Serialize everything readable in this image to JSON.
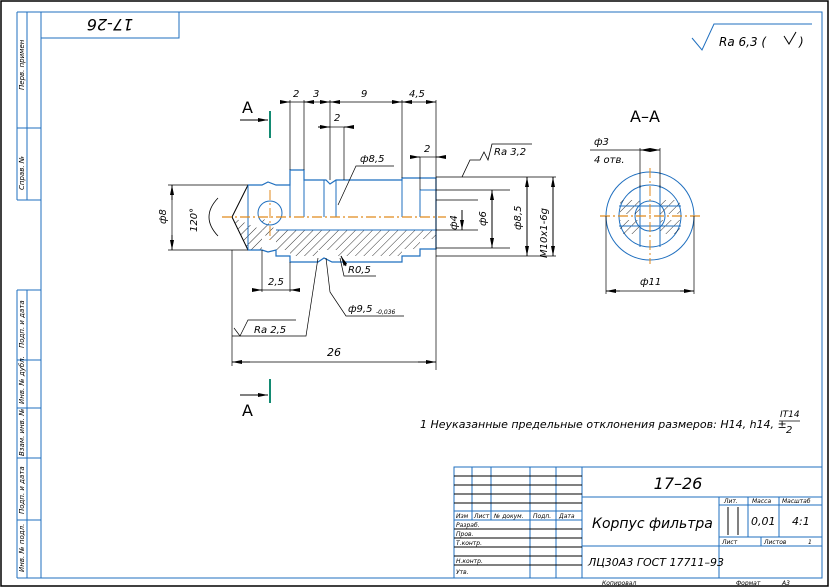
{
  "drawing_number_rotated": "17-26",
  "surface_finish_general": {
    "label": "Ra 6,3 (",
    "suffix": ")"
  },
  "side_stamps": [
    "Перв. примен",
    "Справ. №",
    "Подп. и дата",
    "Инв. № дубл.",
    "Взам. инв. №",
    "Подп. и дата",
    "Инв. № подл."
  ],
  "section_labels": {
    "top": "А",
    "bottom": "А",
    "section_title": "А–А"
  },
  "dimensions": {
    "d2a": "2",
    "d3": "3",
    "d9": "9",
    "d45": "4,5",
    "d2b": "2",
    "d2c": "2",
    "phi85_top": "ф8,5",
    "phi8": "ф8",
    "angle": "120°",
    "phi4": "ф4",
    "phi6": "ф6",
    "phi85": "ф8,5",
    "thread": "M10x1-6g",
    "d25": "2,5",
    "r05": "R0,5",
    "phi95": "ф9,5",
    "phi95_tol": "-0,036",
    "d26": "26",
    "phi3": "ф3",
    "holes": "4 отв.",
    "phi11": "ф11"
  },
  "roughness": {
    "ra32": "Ra 3,2",
    "ra25": "Ra 2,5"
  },
  "note": {
    "text": "1 Неуказанные предельные отклонения размеров: H14, h14, ±",
    "frac_num": "IT14",
    "frac_den": "2"
  },
  "title_block": {
    "designation": "17–26",
    "name": "Корпус фильтра",
    "material": "ЛЦ30А3 ГОСТ 17711–93",
    "headers": {
      "izm": "Изм",
      "list": "Лист",
      "doc_no": "№ докум.",
      "sign": "Подп.",
      "date": "Дата"
    },
    "roles": [
      "Разраб.",
      "Пров.",
      "Т.контр.",
      "",
      "Н.контр.",
      "Утв."
    ],
    "lit_label": "Лит.",
    "mass_label": "Масса",
    "scale_label": "Масштаб",
    "mass_value": "0,01",
    "scale_value": "4:1",
    "sheet_label": "Лист",
    "sheets_label": "Листов",
    "sheets_value": "1",
    "copied": "Копировал",
    "format_label": "Формат",
    "format_value": "А3"
  }
}
